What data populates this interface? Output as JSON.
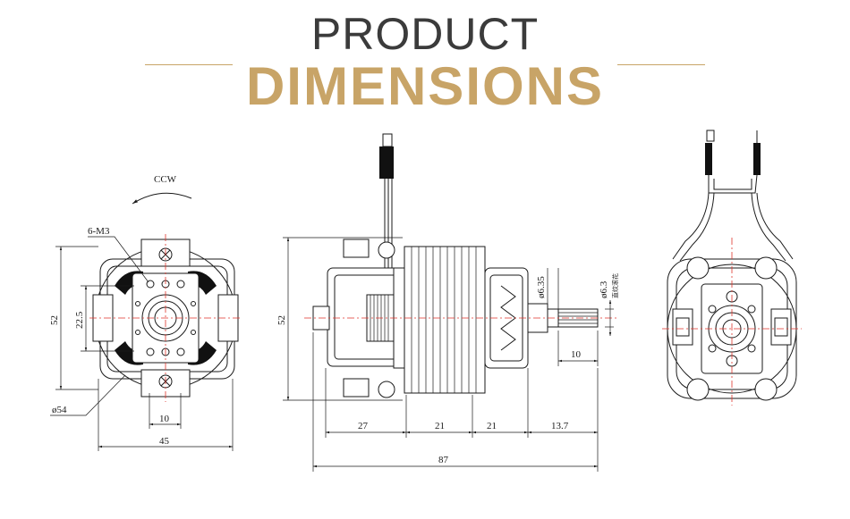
{
  "heading": {
    "line1": "PRODUCT",
    "line2": "DIMENSIONS",
    "colors": {
      "line1": "#3b3b3b",
      "line2": "#c8a467"
    }
  },
  "front_view": {
    "rotation_label": "CCW",
    "thread_label": "6-M3",
    "height": "52",
    "inner_height": "22.5",
    "diameter": "ø54",
    "slot_width": "10",
    "width": "45"
  },
  "side_view": {
    "height": "52",
    "shaft_diameter": "ø6.35",
    "spline_diameter": "ø6.3",
    "spline_note": "直纹滚花",
    "spline_length": "10",
    "seg_1": "27",
    "seg_2": "21",
    "seg_3": "21",
    "seg_4": "13.7",
    "total_length": "87"
  },
  "rear_view": {}
}
